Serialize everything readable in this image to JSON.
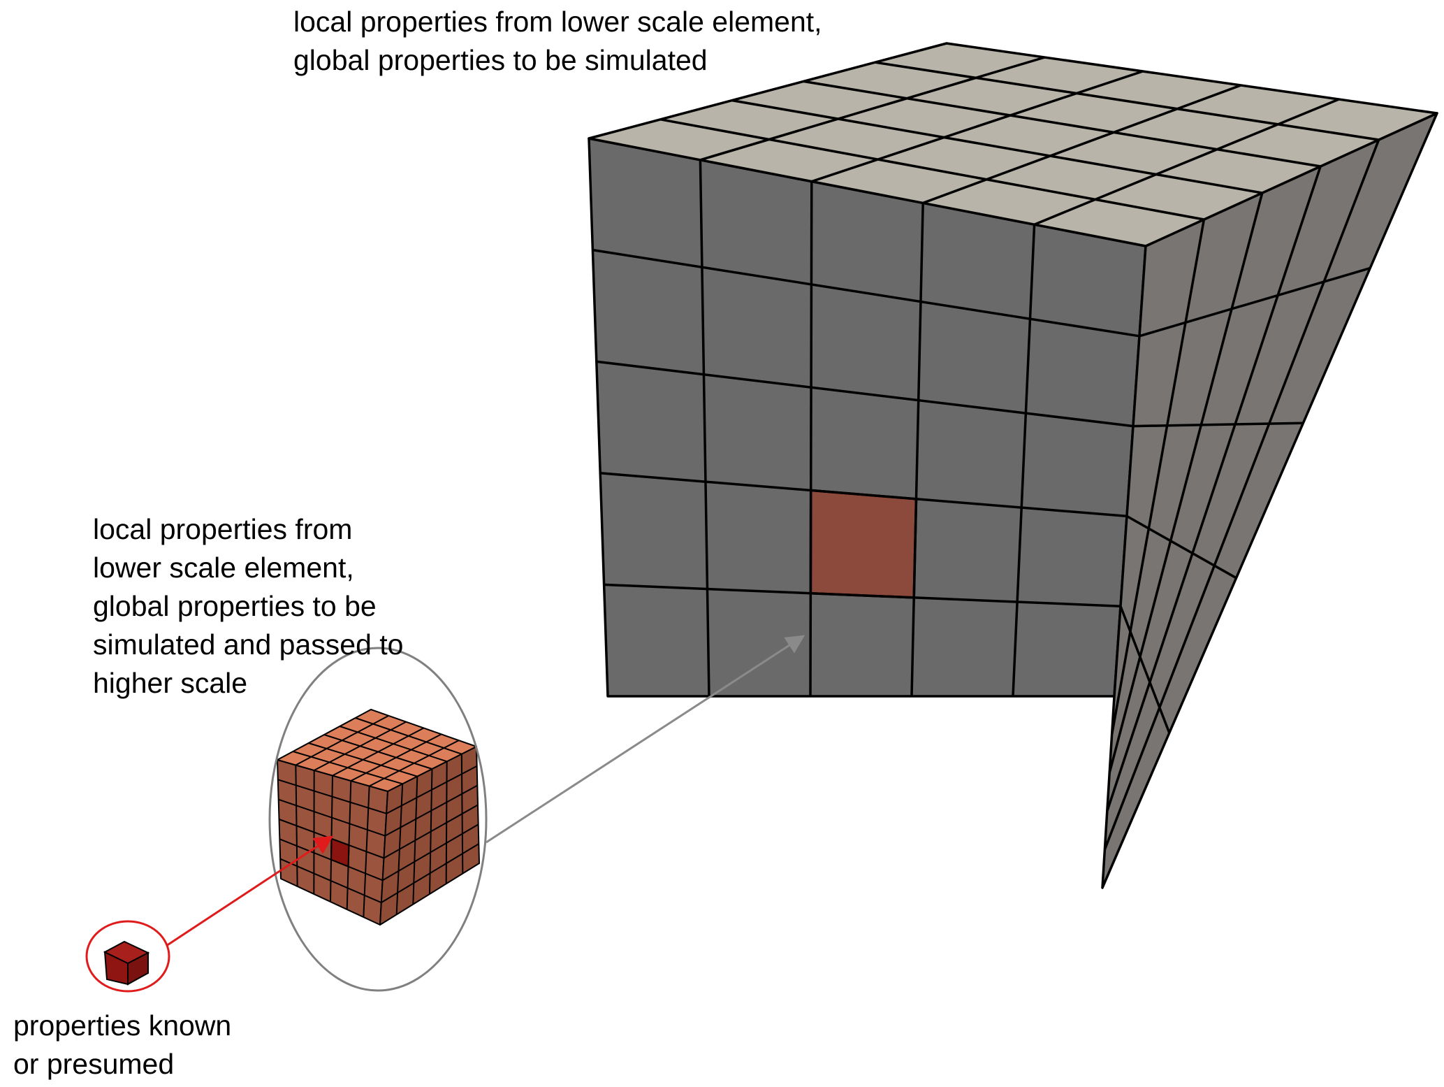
{
  "labels": {
    "top": [
      "local properties from lower scale element,",
      "global properties to be simulated"
    ],
    "middle": [
      "local properties from",
      "lower scale element,",
      "global properties to be",
      "simulated and passed to",
      "higher scale"
    ],
    "bottom": [
      "properties known",
      "or presumed"
    ]
  },
  "colors": {
    "large_front": "#6a6a6a",
    "large_side": "#787572",
    "large_top": "#b9b4a9",
    "large_highlight": "#8c4a3c",
    "medium_front": "#9b553f",
    "medium_side": "#8f4c37",
    "medium_top": "#dd7e5a",
    "medium_highlight": "#8b1410",
    "small_cube": "#8f1512",
    "small_ring": "#e01b1b",
    "medium_ring": "#808080",
    "arrow_gray": "#8a8a8a",
    "arrow_red": "#e01b1b",
    "edge": "#000000"
  }
}
